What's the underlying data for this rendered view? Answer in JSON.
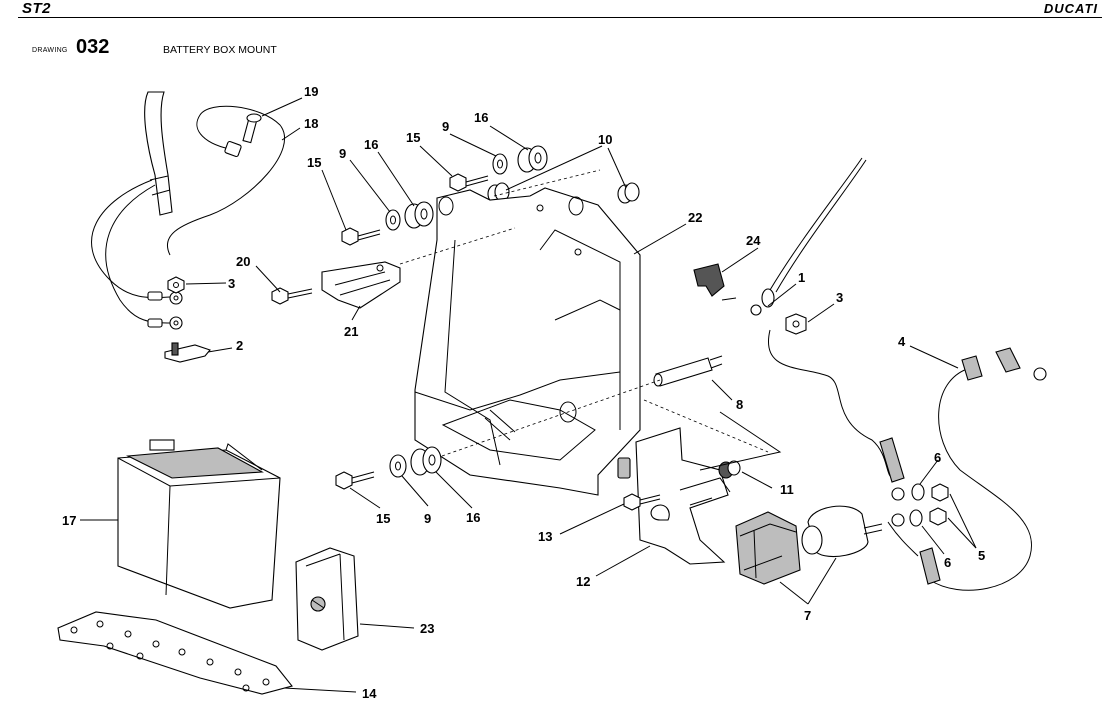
{
  "header": {
    "model": "ST2",
    "brand": "DUCATI"
  },
  "drawing": {
    "label": "DRAWING",
    "number": "032",
    "title": "BATTERY BOX MOUNT"
  },
  "callouts": {
    "c19": "19",
    "c18": "18",
    "c15a": "15",
    "c9a": "9",
    "c16a": "16",
    "c15b": "15",
    "c9b": "9",
    "c16b": "16",
    "c10": "10",
    "c22": "22",
    "c24": "24",
    "c1": "1",
    "c3a": "3",
    "c3b": "3",
    "c20": "20",
    "c21": "21",
    "c2": "2",
    "c4": "4",
    "c8": "8",
    "c6a": "6",
    "c6b": "6",
    "c5": "5",
    "c11": "11",
    "c13": "13",
    "c12": "12",
    "c15c": "15",
    "c9c": "9",
    "c16c": "16",
    "c17": "17",
    "c7": "7",
    "c23": "23",
    "c14": "14"
  }
}
